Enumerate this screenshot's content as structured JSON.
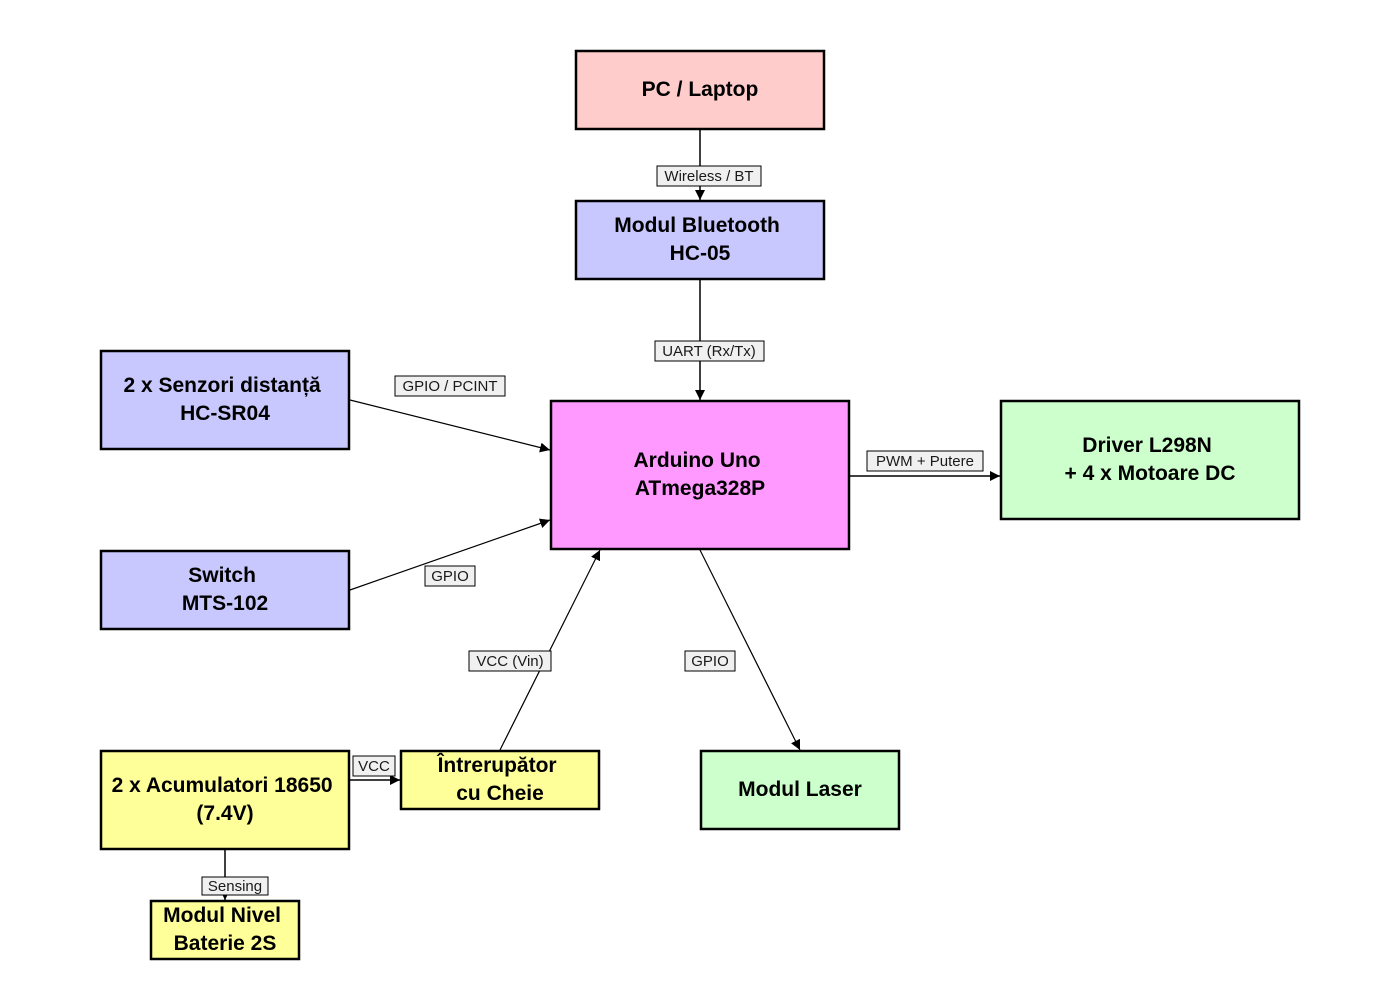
{
  "diagram": {
    "colors": {
      "computer": "#ffcccc",
      "interface": "#c8c8ff",
      "controller": "#ff99ff",
      "output": "#ccffcc",
      "power": "#ffff99",
      "line": "#000000",
      "label_bg": "#f0f0f0"
    },
    "blocks": {
      "pc": {
        "lines": [
          "PC / Laptop"
        ],
        "color": "computer"
      },
      "bluetooth": {
        "lines": [
          "Modul Bluetooth",
          "HC-05"
        ],
        "color": "interface"
      },
      "arduino": {
        "lines": [
          "Arduino Uno",
          "ATmega328P"
        ],
        "color": "controller"
      },
      "sensors": {
        "lines": [
          "2 x Senzori distanță",
          "HC-SR04"
        ],
        "color": "interface"
      },
      "switch": {
        "lines": [
          "Switch",
          "MTS-102"
        ],
        "color": "interface"
      },
      "driver": {
        "lines": [
          "Driver L298N",
          "+ 4 x Motoare DC"
        ],
        "color": "output"
      },
      "laser": {
        "lines": [
          "Modul Laser"
        ],
        "color": "output"
      },
      "batteries": {
        "lines": [
          "2 x Acumulatori 18650",
          "(7.4V)"
        ],
        "color": "power"
      },
      "keyswitch": {
        "lines": [
          "Întrerupător",
          "cu Cheie"
        ],
        "color": "power"
      },
      "level": {
        "lines": [
          "Modul Nivel",
          "Baterie 2S"
        ],
        "color": "power"
      }
    },
    "edges": {
      "pc_bt": {
        "from": "pc",
        "to": "bluetooth",
        "label": "Wireless / BT"
      },
      "bt_arduino": {
        "from": "bluetooth",
        "to": "arduino",
        "label": "UART (Rx/Tx)"
      },
      "sensors_arduino": {
        "from": "sensors",
        "to": "arduino",
        "label": "GPIO / PCINT"
      },
      "switch_arduino": {
        "from": "switch",
        "to": "arduino",
        "label": "GPIO"
      },
      "arduino_driver": {
        "from": "arduino",
        "to": "driver",
        "label": "PWM + Putere"
      },
      "arduino_laser": {
        "from": "arduino",
        "to": "laser",
        "label": "GPIO"
      },
      "keyswitch_arduino": {
        "from": "keyswitch",
        "to": "arduino",
        "label": "VCC (Vin)"
      },
      "batteries_keyswitch": {
        "from": "batteries",
        "to": "keyswitch",
        "label": "VCC"
      },
      "batteries_level": {
        "from": "batteries",
        "to": "level",
        "label": "Sensing"
      }
    }
  }
}
